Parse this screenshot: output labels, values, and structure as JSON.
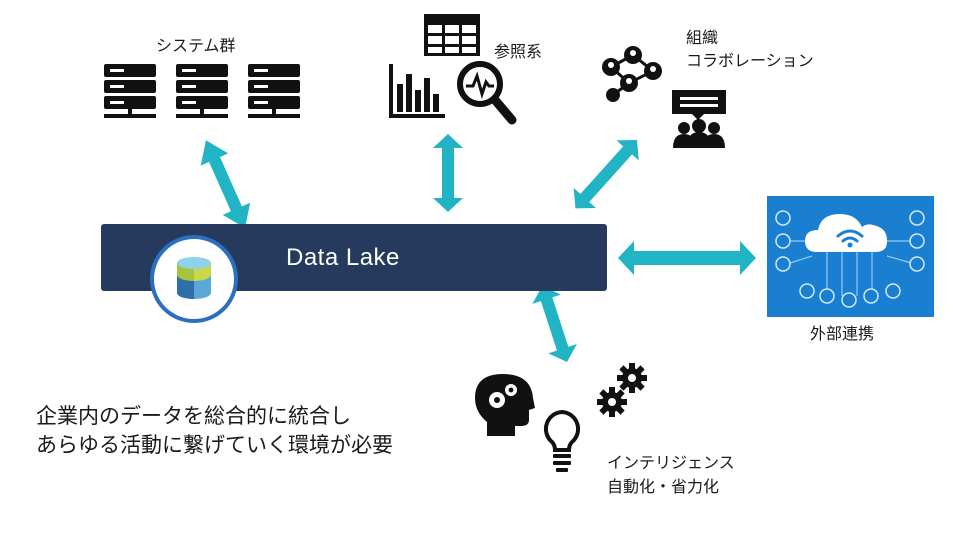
{
  "hub": {
    "title": "Data Lake"
  },
  "nodes": {
    "systems": {
      "label": "システム群"
    },
    "reference": {
      "label": "参照系"
    },
    "collaboration": {
      "line1": "組織",
      "line2": "コラボレーション"
    },
    "external": {
      "label": "外部連携"
    },
    "intelligence": {
      "line1": "インテリジェンス",
      "line2": "自動化・省力化"
    }
  },
  "statement": {
    "line1": "企業内のデータを総合的に統合し",
    "line2": "あらゆる活動に繋げていく環境が必要"
  },
  "colors": {
    "lake": "#263a5e",
    "arrow": "#21b4c4",
    "icon": "#111111",
    "iot_panel": "#1a7ed1"
  },
  "icons": [
    "server-icon",
    "table-grid-icon",
    "bar-chart-icon",
    "magnifier-pulse-icon",
    "network-people-icon",
    "chat-group-icon",
    "cloud-wifi-icon",
    "head-gears-icon",
    "lightbulb-icon",
    "gears-icon",
    "database-icon"
  ]
}
